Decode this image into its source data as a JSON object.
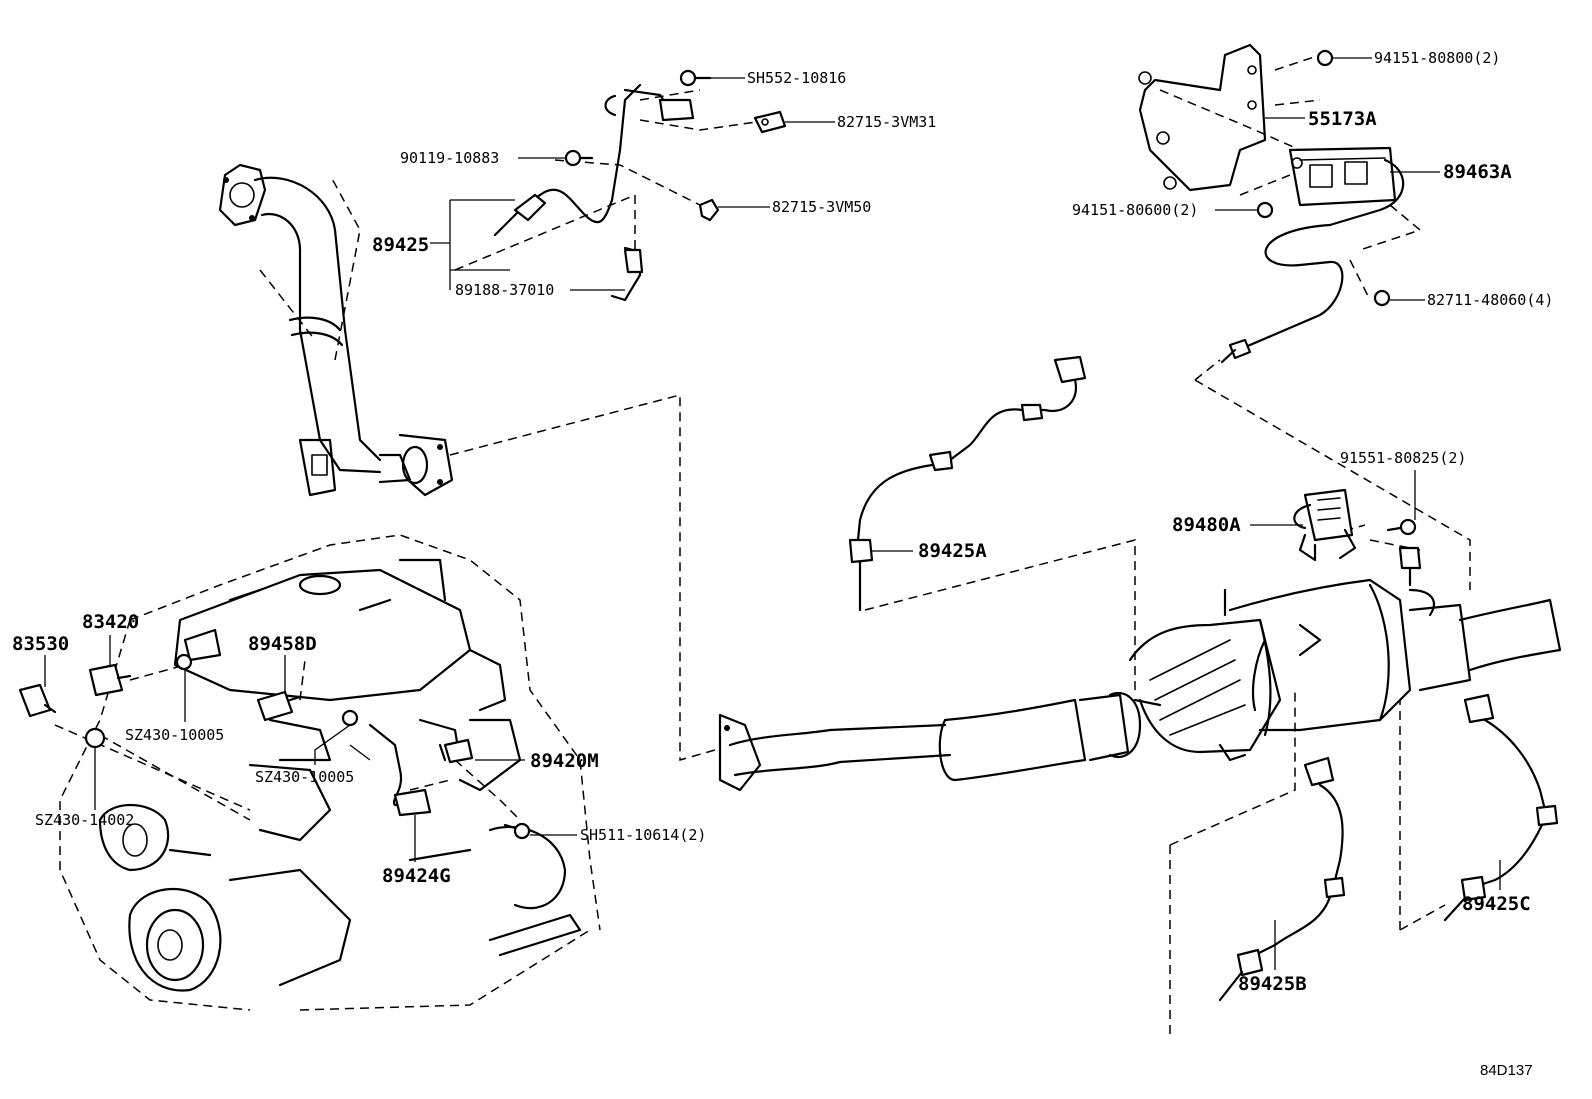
{
  "diagram_id": "84D137",
  "labels": {
    "sh552": "SH552-10816",
    "k82715_31": "82715-3VM31",
    "k90119": "90119-10883",
    "k82715_50": "82715-3VM50",
    "k89425": "89425",
    "k89188": "89188-37010",
    "k94151_08": "94151-80800(2)",
    "k55173a": "55173A",
    "k89463a": "89463A",
    "k94151_06": "94151-80600(2)",
    "k82711": "82711-48060(4)",
    "k91551": "91551-80825(2)",
    "k89480a": "89480A",
    "k89425a": "89425A",
    "k83420": "83420",
    "k83530": "83530",
    "k89458d": "89458D",
    "sz430_a": "SZ430-10005",
    "k89420m": "89420M",
    "sz430_b": "SZ430-10005",
    "sz430_14": "SZ430-14002",
    "sh511": "SH511-10614(2)",
    "k89424g": "89424G",
    "k89425b": "89425B",
    "k89425c": "89425C"
  }
}
